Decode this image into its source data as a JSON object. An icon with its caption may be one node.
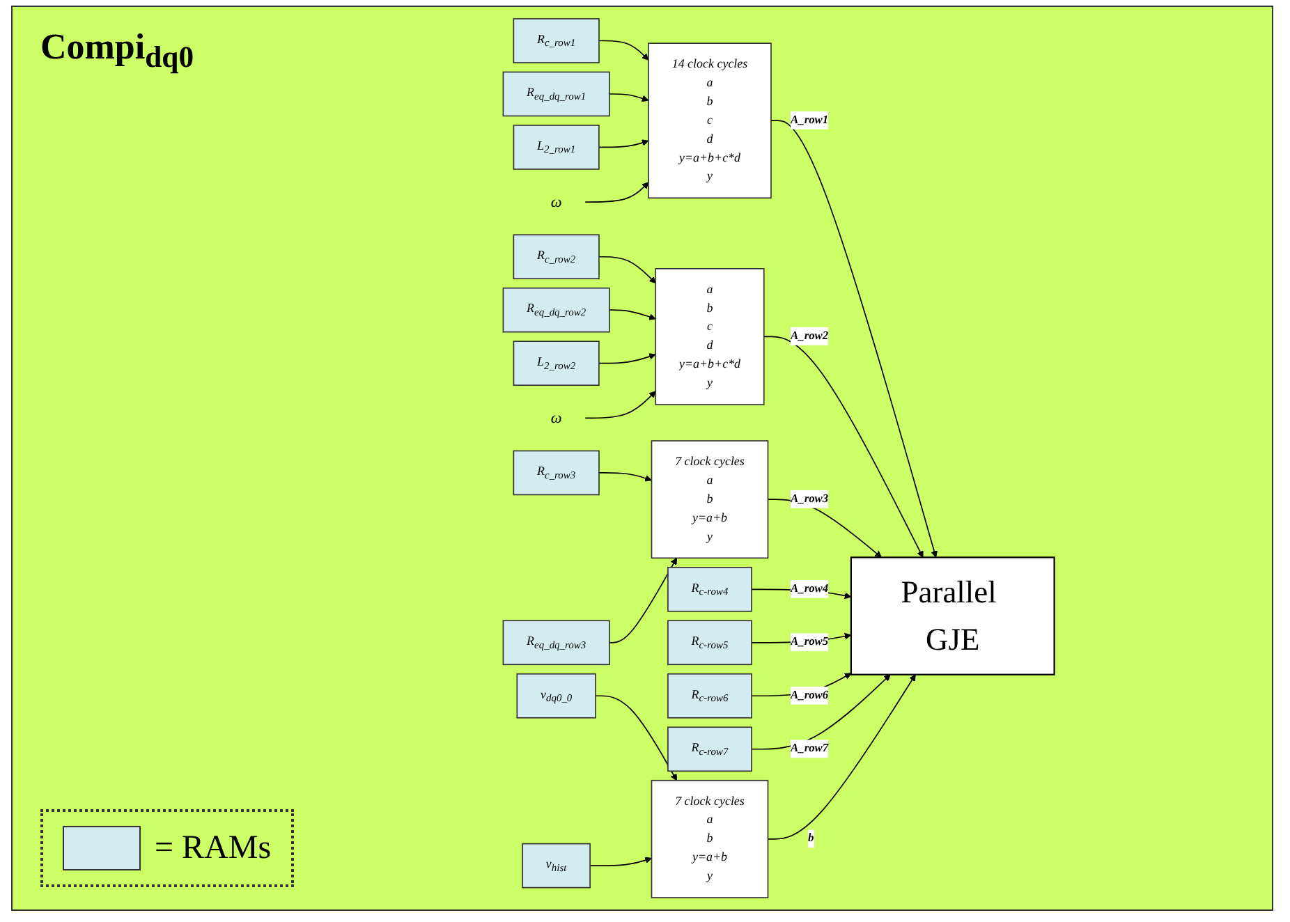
{
  "diagram": {
    "title": "Compi$_{dq0}$",
    "nodes": [
      {
        "text": [
          "R$_{c_row1}$"
        ]
      },
      {
        "text": [
          "R$_{eq_dq_row1}$"
        ]
      },
      {
        "text": [
          "L$_{2_row1}$"
        ]
      },
      {
        "text": [
          "ω"
        ]
      },
      {
        "text": [
          "14 clock cycles",
          "a",
          "b",
          "c",
          "d",
          "y=a+b+c*d",
          "y"
        ]
      },
      {
        "text": [
          "R$_{c_row2}$"
        ]
      },
      {
        "text": [
          "R$_{eq_dq_row2}$"
        ]
      },
      {
        "text": [
          "L$_{2_row2}$"
        ]
      },
      {
        "text": [
          "ω"
        ]
      },
      {
        "text": [
          "a",
          "b",
          "c",
          "d",
          "y=a+b+c*d",
          "y"
        ]
      },
      {
        "text": [
          "R$_{c_row3}$"
        ]
      },
      {
        "text": [
          "R$_{eq_dq_row3}$"
        ]
      },
      {
        "text": [
          "7 clock cycles",
          "a",
          "b",
          "y=a+b",
          "y"
        ]
      },
      {
        "text": [
          "R$_{c-row4}$"
        ]
      },
      {
        "text": [
          "R$_{c-row5}$"
        ]
      },
      {
        "text": [
          "R$_{c-row6}$"
        ]
      },
      {
        "text": [
          "R$_{c-row7}$"
        ]
      },
      {
        "text": [
          "v$_{dq0_0}$"
        ]
      },
      {
        "text": [
          "v$_{hist}$"
        ]
      },
      {
        "text": [
          "7 clock cycles",
          "a",
          "b",
          "y=a+b",
          "y"
        ]
      },
      {
        "text": [
          "Parallel GJE"
        ]
      }
    ],
    "edges": [
      {
        "from": 0,
        "to": 4,
        "arrow": "to"
      },
      {
        "from": 1,
        "to": 4,
        "arrow": "to"
      },
      {
        "from": 2,
        "to": 4,
        "arrow": "to"
      },
      {
        "from": 3,
        "to": 4,
        "arrow": "to"
      },
      {
        "from": 4,
        "to": 20,
        "arrow": "to",
        "label": "A_row1"
      },
      {
        "from": 5,
        "to": 9,
        "arrow": "to"
      },
      {
        "from": 6,
        "to": 9,
        "arrow": "to"
      },
      {
        "from": 7,
        "to": 9,
        "arrow": "to"
      },
      {
        "from": 8,
        "to": 9,
        "arrow": "to"
      },
      {
        "from": 9,
        "to": 20,
        "arrow": "to",
        "label": "A_row2"
      },
      {
        "from": 10,
        "to": 12,
        "arrow": "to"
      },
      {
        "from": 11,
        "to": 12,
        "arrow": "to"
      },
      {
        "from": 12,
        "to": 20,
        "arrow": "to",
        "label": "A_row3"
      },
      {
        "from": 13,
        "to": 20,
        "arrow": "to",
        "label": "A_row4"
      },
      {
        "from": 14,
        "to": 20,
        "arrow": "to",
        "label": "A_row5"
      },
      {
        "from": 15,
        "to": 20,
        "arrow": "to",
        "label": "A_row6"
      },
      {
        "from": 16,
        "to": 20,
        "arrow": "to",
        "label": "A_row7"
      },
      {
        "from": 17,
        "to": 19,
        "arrow": "to"
      },
      {
        "from": 18,
        "to": 19,
        "arrow": "to"
      },
      {
        "from": 19,
        "to": 20,
        "arrow": "to",
        "label": "b"
      }
    ],
    "legend": [
      {
        "text": "= RAMs",
        "color": "#d4ebf2"
      }
    ]
  }
}
